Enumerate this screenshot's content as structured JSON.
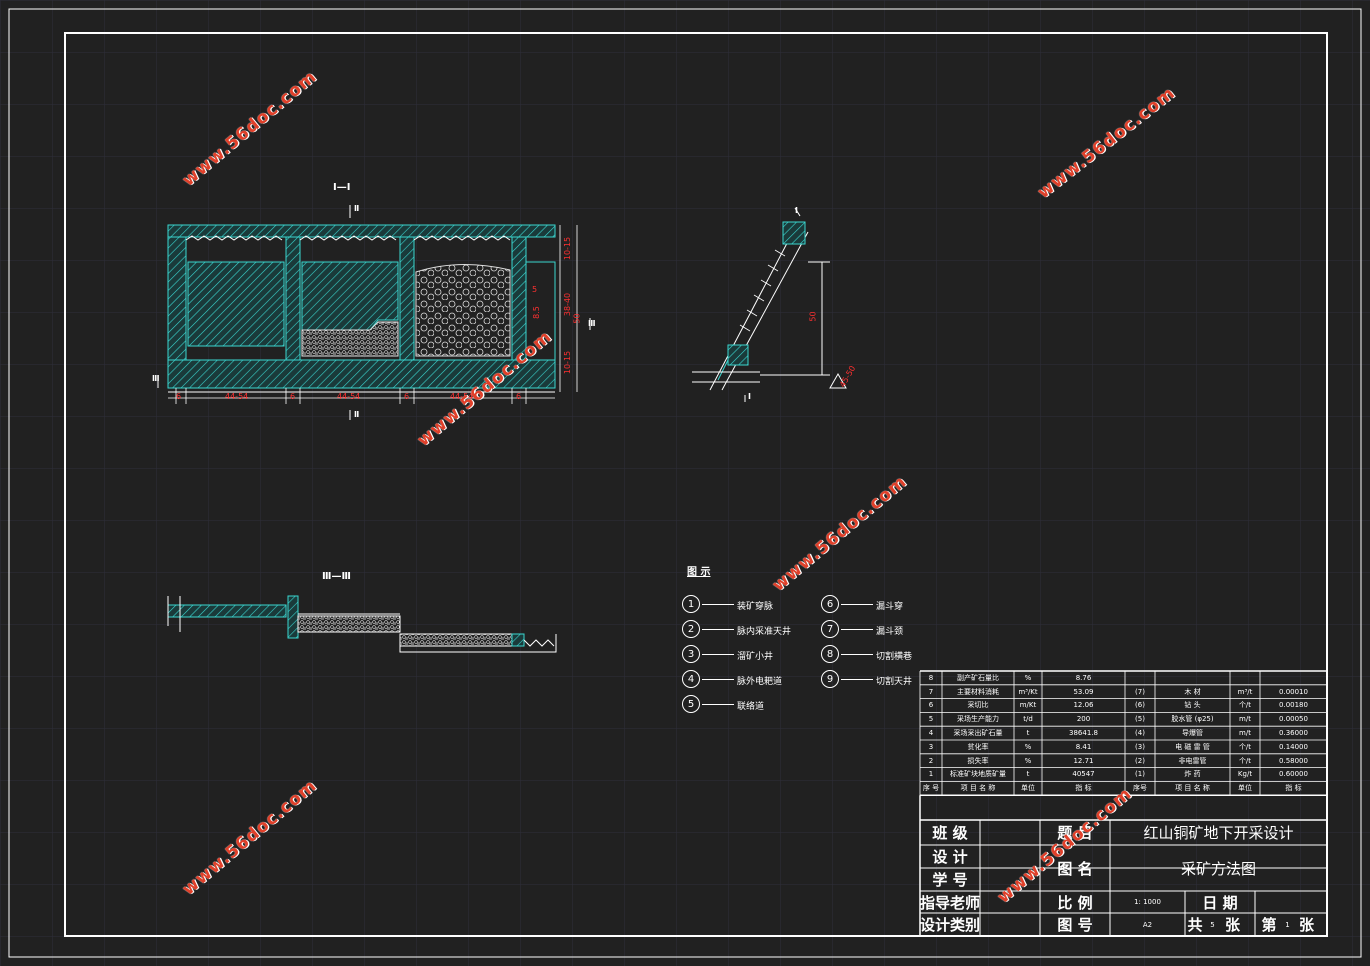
{
  "drawing": {
    "section_labels": {
      "sec1": "Ⅰ—Ⅰ",
      "sec3": "Ⅲ—Ⅲ",
      "markers": [
        "Ⅱ",
        "Ⅱ",
        "Ⅲ",
        "Ⅲ",
        "Ⅰ",
        "Ⅰ"
      ]
    },
    "dimensions": {
      "bottom": [
        "6",
        "44-54",
        "6",
        "44-54",
        "6",
        "44-54",
        "6"
      ],
      "right": [
        "10-15",
        "38-40",
        "50",
        "10-15",
        "8.5",
        "5"
      ],
      "side": [
        "50",
        "45-50"
      ]
    }
  },
  "legend": {
    "title": "图 示",
    "items": [
      {
        "num": "1",
        "label": "装矿穿脉"
      },
      {
        "num": "2",
        "label": "脉内采准天井"
      },
      {
        "num": "3",
        "label": "溜矿小井"
      },
      {
        "num": "4",
        "label": "脉外电耙道"
      },
      {
        "num": "5",
        "label": "联络道"
      },
      {
        "num": "6",
        "label": "漏斗穿"
      },
      {
        "num": "7",
        "label": "漏斗颈"
      },
      {
        "num": "8",
        "label": "切割横巷"
      },
      {
        "num": "9",
        "label": "切割天井"
      }
    ]
  },
  "spec_table": {
    "rows": [
      {
        "no": "8",
        "name": "副产矿石量比",
        "unit": "%",
        "value": "8.76",
        "no2": "",
        "name2": "",
        "unit2": "",
        "value2": ""
      },
      {
        "no": "7",
        "name": "主要材料消耗",
        "unit": "m³/Kt",
        "value": "53.09",
        "no2": "(7)",
        "name2": "木 材",
        "unit2": "m³/t",
        "value2": "0.00010"
      },
      {
        "no": "6",
        "name": "采切比",
        "unit": "m/Kt",
        "value": "12.06",
        "no2": "(6)",
        "name2": "钻 头",
        "unit2": "个/t",
        "value2": "0.00180"
      },
      {
        "no": "5",
        "name": "采场生产能力",
        "unit": "t/d",
        "value": "200",
        "no2": "(5)",
        "name2": "胶水管 (φ25)",
        "unit2": "m/t",
        "value2": "0.00050"
      },
      {
        "no": "4",
        "name": "采场采出矿石量",
        "unit": "t",
        "value": "38641.8",
        "no2": "(4)",
        "name2": "导爆管",
        "unit2": "m/t",
        "value2": "0.36000"
      },
      {
        "no": "3",
        "name": "贫化率",
        "unit": "%",
        "value": "8.41",
        "no2": "(3)",
        "name2": "电 磁 雷 管",
        "unit2": "个/t",
        "value2": "0.14000"
      },
      {
        "no": "2",
        "name": "损失率",
        "unit": "%",
        "value": "12.71",
        "no2": "(2)",
        "name2": "非电雷管",
        "unit2": "个/t",
        "value2": "0.58000"
      },
      {
        "no": "1",
        "name": "标准矿块地质矿量",
        "unit": "t",
        "value": "40547",
        "no2": "(1)",
        "name2": "炸 药",
        "unit2": "Kg/t",
        "value2": "0.60000"
      }
    ],
    "header": {
      "no": "序 号",
      "name": "项 目 名 称",
      "unit": "单位",
      "value": "指 标",
      "no2": "序号",
      "name2": "项 目 名 称",
      "unit2": "单位",
      "value2": "指 标"
    }
  },
  "title_block": {
    "class_label": "班 级",
    "design_label": "设 计",
    "student_label": "学 号",
    "advisor_label": "指导老师",
    "category_label": "设计类别",
    "topic_label": "题 目",
    "topic_value": "红山铜矿地下开采设计",
    "name_label": "图 名",
    "name_value": "采矿方法图",
    "scale_label": "比 例",
    "scale_value": "1: 1000",
    "date_label": "日 期",
    "number_label": "图 号",
    "number_value": "A2",
    "total_label": "共",
    "total_value": "5",
    "sheet_unit": "张",
    "page_label": "第",
    "page_value": "1",
    "page_unit": "张"
  },
  "watermark": "www.56doc.com",
  "colors": {
    "background": "#212121",
    "cyan": "#3ad6d0",
    "red": "#ff2a2a",
    "white": "#ffffff",
    "watermark": "#e0402a"
  }
}
